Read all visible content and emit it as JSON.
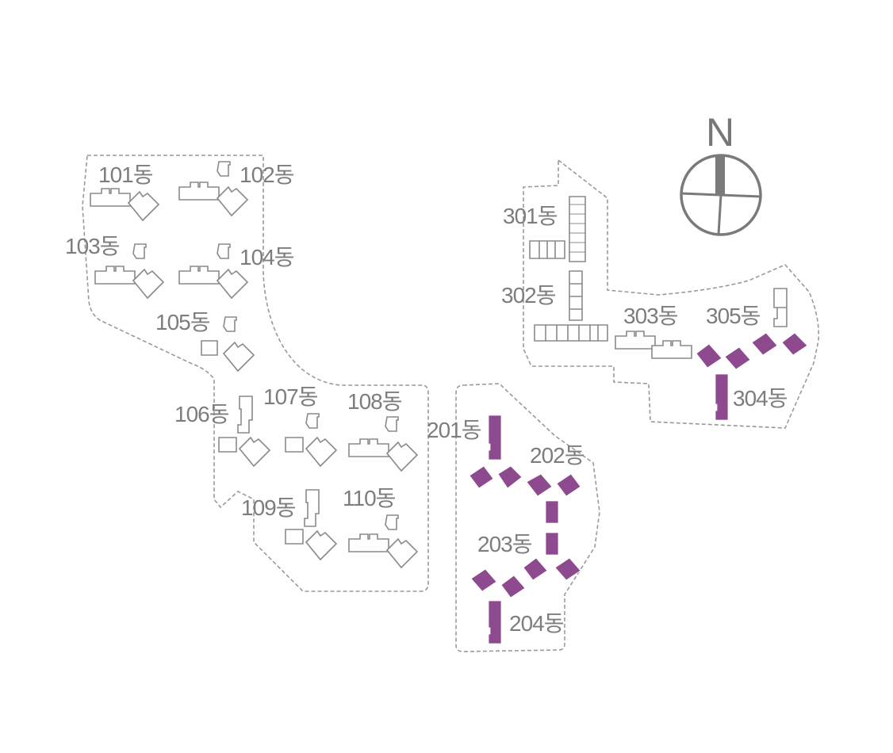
{
  "map": {
    "compass": {
      "label": "N"
    },
    "colors": {
      "highlight": "#8e4a8e",
      "outline": "#8a8a8a",
      "label": "#7d7d7d"
    },
    "zones": [
      {
        "id": "zone-100",
        "buildings": [
          "101동",
          "102동",
          "103동",
          "104동",
          "105동",
          "106동",
          "107동",
          "108동",
          "109동",
          "110동"
        ]
      },
      {
        "id": "zone-200",
        "buildings": [
          "201동",
          "202동",
          "203동",
          "204동"
        ]
      },
      {
        "id": "zone-300",
        "buildings": [
          "301동",
          "302동",
          "303동",
          "304동",
          "305동"
        ]
      }
    ],
    "labels": {
      "b101": "101동",
      "b102": "102동",
      "b103": "103동",
      "b104": "104동",
      "b105": "105동",
      "b106": "106동",
      "b107": "107동",
      "b108": "108동",
      "b109": "109동",
      "b110": "110동",
      "b201": "201동",
      "b202": "202동",
      "b203": "203동",
      "b204": "204동",
      "b301": "301동",
      "b302": "302동",
      "b303": "303동",
      "b304": "304동",
      "b305": "305동"
    },
    "highlighted": [
      "201동",
      "202동",
      "203동",
      "204동",
      "304동",
      "305동"
    ]
  }
}
